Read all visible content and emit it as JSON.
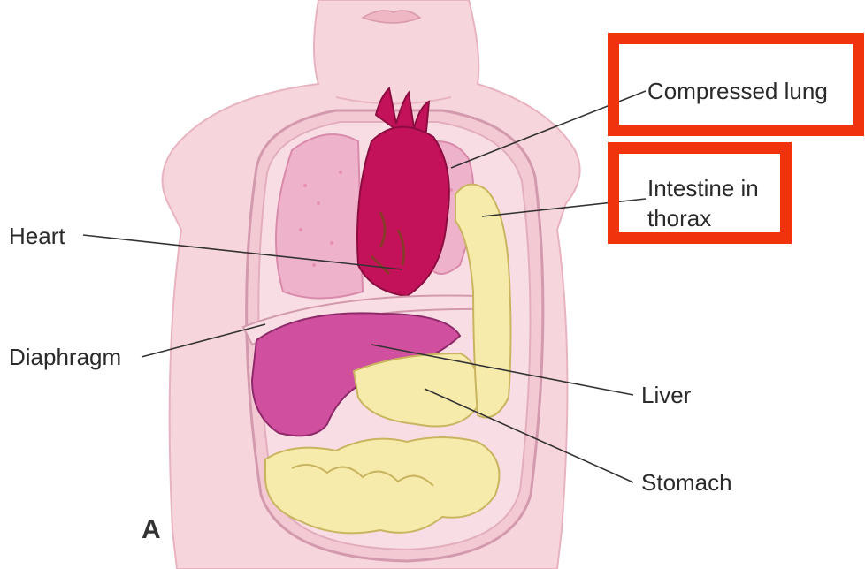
{
  "labels": {
    "heart": "Heart",
    "diaphragm": "Diaphragm",
    "compressed_lung": "Compressed lung",
    "intestine_in_thorax": "Intestine in thorax",
    "liver": "Liver",
    "stomach": "Stomach"
  },
  "panel_letter": "A",
  "colors": {
    "skin": "#f7d5dd",
    "skin_outline": "#e8b3c0",
    "lung": "#efb2cb",
    "heart": "#c4125a",
    "liver": "#d04f9e",
    "intestine": "#f6ebaa",
    "intestine_outline": "#c9b560",
    "highlight": "#f0330d"
  }
}
